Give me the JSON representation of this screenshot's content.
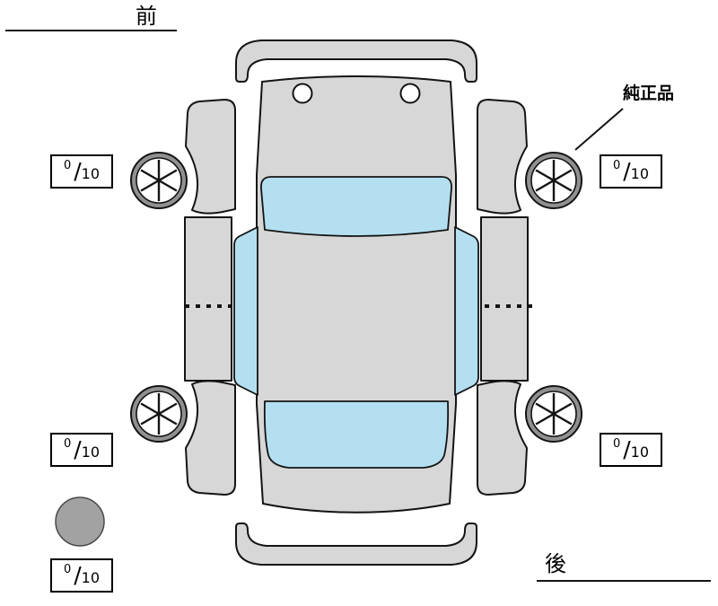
{
  "labels": {
    "front": "前",
    "rear": "後",
    "genuine_part": "純正品"
  },
  "tire_scores": {
    "front_left": {
      "value": "0",
      "sep": "/",
      "max": "10"
    },
    "front_right": {
      "value": "0",
      "sep": "/",
      "max": "10"
    },
    "rear_left": {
      "value": "0",
      "sep": "/",
      "max": "10"
    },
    "rear_right": {
      "value": "0",
      "sep": "/",
      "max": "10"
    },
    "spare": {
      "value": "0",
      "sep": "/",
      "max": "10"
    }
  },
  "colors": {
    "background": "#ffffff",
    "car_body": "#d7d7d7",
    "glass": "#b4dff0",
    "outline": "#141414",
    "tire_ring": "#909090",
    "spare_tire": "#a2a2a2"
  }
}
